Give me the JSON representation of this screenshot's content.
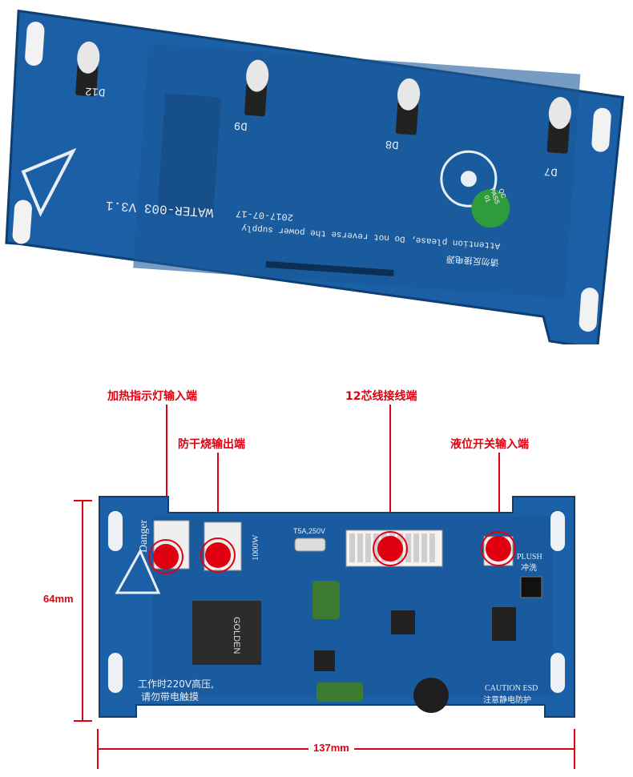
{
  "top_board": {
    "labels": {
      "led_d12": "D12",
      "led_d9": "D9",
      "led_d8": "D8",
      "led_d7": "D7",
      "model": "WATER-003 V3.1",
      "date": "2017-07-17",
      "power_warning": "Attention please, Do not reverse the power supply",
      "chinese_warning": "请勿反接电源",
      "pass_sticker_line1": "QC",
      "pass_sticker_line2": "PASS",
      "pass_sticker_line3": "01"
    }
  },
  "callouts": {
    "heating_indicator": "加热指示灯输入端",
    "anti_dry_burn": "防干烧输出端",
    "twelve_core": "12芯线接线端",
    "level_switch": "液位开关输入端"
  },
  "bottom_board": {
    "danger": "Danger",
    "watt": "1000W",
    "fuse": "T5A,250V",
    "relay_brand": "GOLDEN",
    "flush_label": "PLUSH",
    "flush_cn": "冲洗",
    "caution": "CAUTION ESD",
    "caution_cn": "注意静电防护",
    "hv_warning_line1": "工作时220V高压,",
    "hv_warning_line2": "请勿带电触摸"
  },
  "dimensions": {
    "height": "64mm",
    "width": "137mm"
  },
  "colors": {
    "pcb_blue": "#1b5fa6",
    "pcb_dark": "#14497f",
    "callout_red": "#e0000f",
    "sticker_green": "#2e9c3a"
  }
}
